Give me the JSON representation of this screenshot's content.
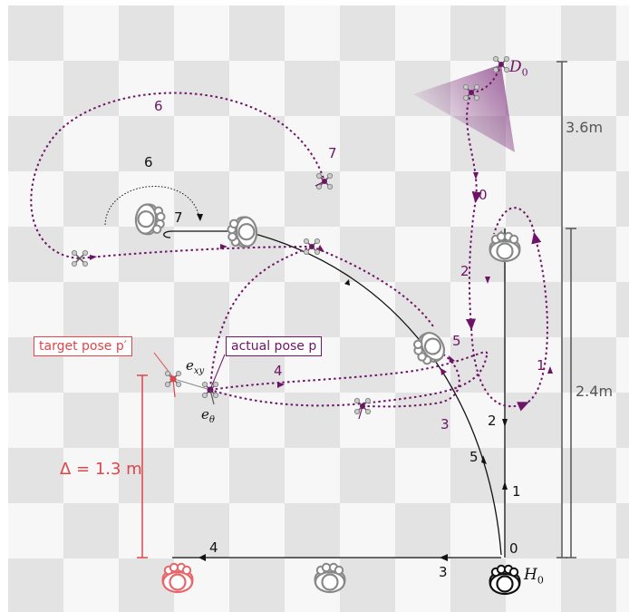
{
  "labels": {
    "target_pose": "target pose p′",
    "actual_pose": "actual pose p",
    "exy": "e",
    "exy_sub": "xy",
    "etheta": "e",
    "etheta_sub": "θ",
    "delta": "Δ = 1.3 m",
    "dist_36": "3.6m",
    "dist_24": "2.4m",
    "h0": "H",
    "h0_sub": "0",
    "d0": "D",
    "d0_sub": "0"
  },
  "drone_steps": {
    "s0": "0",
    "s1": "1",
    "s2": "2",
    "s3": "3",
    "s4": "4",
    "s5": "5",
    "s6": "6",
    "s7": "7"
  },
  "human_steps": {
    "s0": "0",
    "s1": "1",
    "s2": "2",
    "s3": "3",
    "s4": "4",
    "s5": "5",
    "s6": "6",
    "s7": "7"
  },
  "colors": {
    "drone_path": "#6e1466",
    "human_path": "#111111",
    "target": "#e0454c",
    "floor_light": "#f7f7f7",
    "floor_dark": "#e3e3e3"
  },
  "icons": {
    "human": "person-top-view-icon",
    "drone": "quadcopter-icon",
    "camera_fov": "camera-field-of-view"
  }
}
